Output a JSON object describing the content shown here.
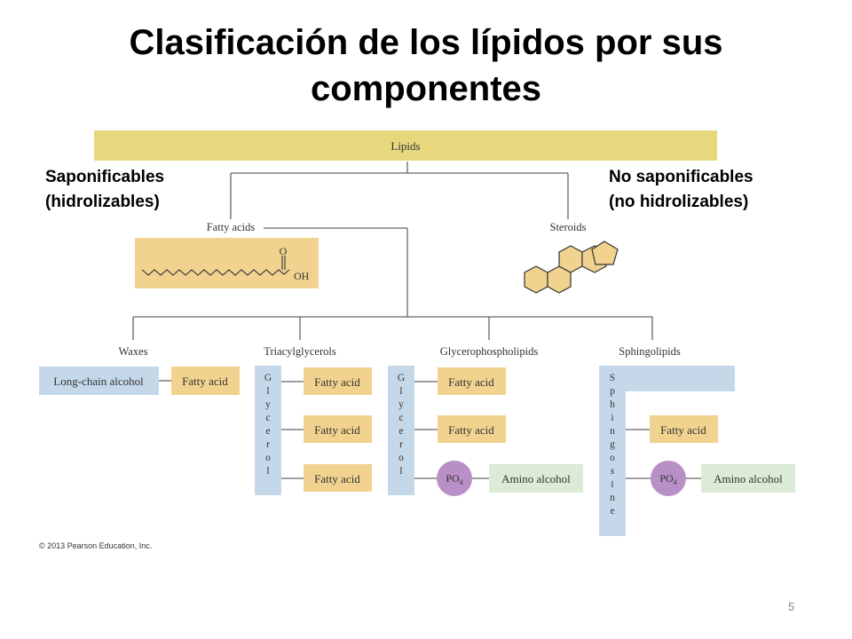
{
  "slide": {
    "title_line1": "Clasificación de los lípidos por sus",
    "title_line2": "componentes",
    "left_label_line1": "Saponificables",
    "left_label_line2": "(hidrolizables)",
    "right_label_line1": "No saponificables",
    "right_label_line2": "(no hidrolizables)",
    "page_number": "5"
  },
  "diagram": {
    "root": "Lipids",
    "fatty_acids": "Fatty acids",
    "steroids": "Steroids",
    "carbonyl_o": "O",
    "hydroxyl": "OH",
    "classes": {
      "waxes": "Waxes",
      "triacylglycerols": "Triacylglycerols",
      "glycerophospholipids": "Glycerophospholipids",
      "sphingolipids": "Sphingolipids"
    },
    "long_chain_alcohol": "Long-chain alcohol",
    "fatty_acid": "Fatty acid",
    "glycerol_letters": [
      "G",
      "l",
      "y",
      "c",
      "e",
      "r",
      "o",
      "l"
    ],
    "sphingosine_letters": [
      "S",
      "p",
      "h",
      "i",
      "n",
      "g",
      "o",
      "s",
      "i",
      "n",
      "e"
    ],
    "po4": "PO",
    "po4_sub": "4",
    "amino_alcohol": "Amino alcohol",
    "copyright": "© 2013 Pearson Education, Inc."
  },
  "colors": {
    "lipids_bar": "#e7d87e",
    "orange_box": "#f2d28f",
    "blue_box": "#c5d8ea",
    "green_box": "#dcebd6",
    "purple_circle": "#b88fc7",
    "line": "#666666"
  }
}
